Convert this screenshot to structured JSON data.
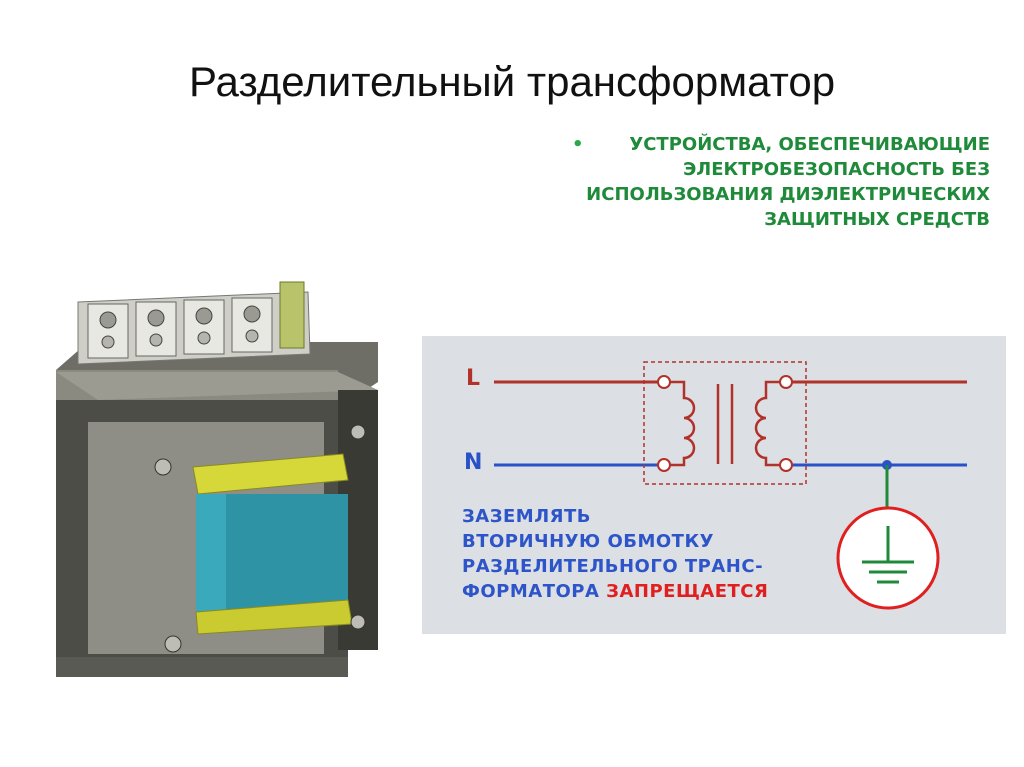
{
  "title": "Разделительный трансформатор",
  "bullet": {
    "marker": "•",
    "text": "УСТРОЙСТВА, ОБЕСПЕЧИВАЮЩИЕ ЭЛЕКТРОБЕЗОПАСНОСТЬ БЕЗ ИСПОЛЬЗОВАНИЯ ДИЭЛЕКТРИЧЕСКИХ ЗАЩИТНЫХ СРЕДСТВ"
  },
  "diagram": {
    "label_l": "L",
    "label_n": "N",
    "warning_line1": "ЗАЗЕМЛЯТЬ",
    "warning_line2": "ВТОРИЧНУЮ ОБМОТКУ",
    "warning_line3": "РАЗДЕЛИТЕЛЬНОГО ТРАНС-",
    "warning_line4_blue": "ФОРМАТОРА ",
    "warning_line4_red": "ЗАПРЕЩАЕТСЯ",
    "colors": {
      "line_l": "#b0322a",
      "line_n": "#2a52c8",
      "ground_circle": "#e02020",
      "ground_symbol": "#1f8a3a",
      "warning_text": "#2d55c9",
      "warning_emphasis": "#e02020",
      "bullet_text": "#1f8a3a"
    }
  }
}
